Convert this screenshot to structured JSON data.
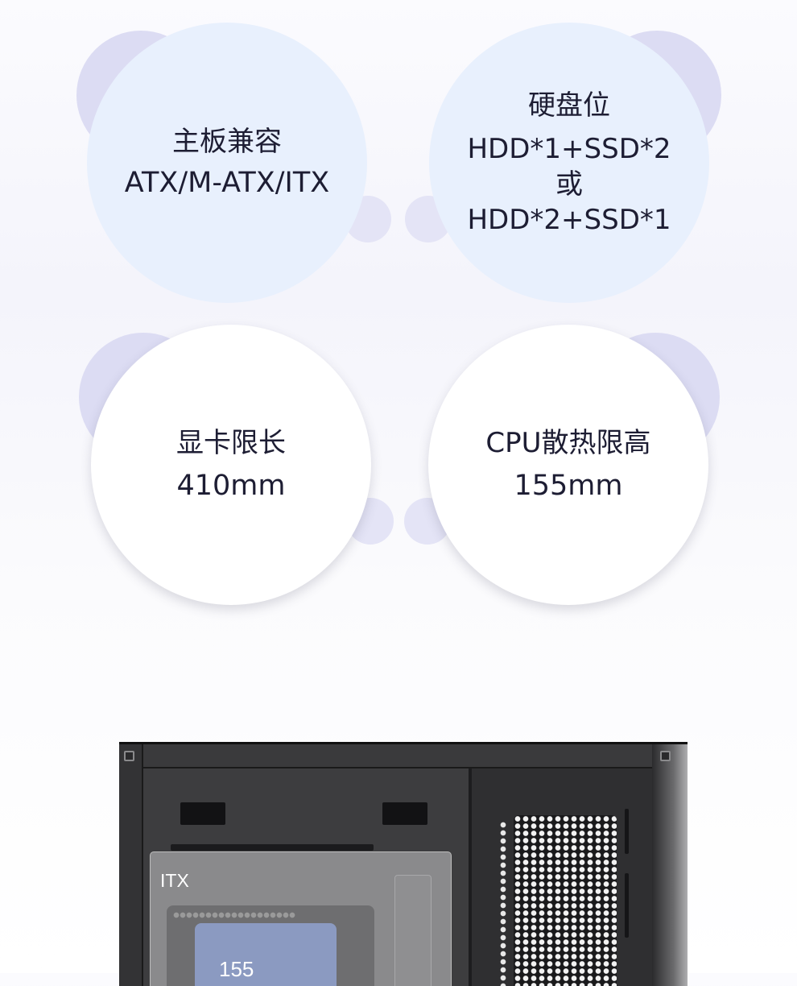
{
  "specs": {
    "motherboard": {
      "title": "主板兼容",
      "value": "ATX/M-ATX/ITX"
    },
    "drive_bays": {
      "title": "硬盘位",
      "option1": "HDD*1+SSD*2",
      "or": "或",
      "option2": "HDD*2+SSD*1"
    },
    "gpu_length": {
      "title": "显卡限长",
      "value": "410mm"
    },
    "cpu_cooler_height": {
      "title": "CPU散热限高",
      "value": "155mm"
    }
  },
  "case_image": {
    "board_label": "ITX",
    "cooler_label": "155"
  },
  "colors": {
    "bubble_blue": "#e8f0fd",
    "blob_lavender": "#dcdcf3",
    "text": "#1d1d33"
  }
}
